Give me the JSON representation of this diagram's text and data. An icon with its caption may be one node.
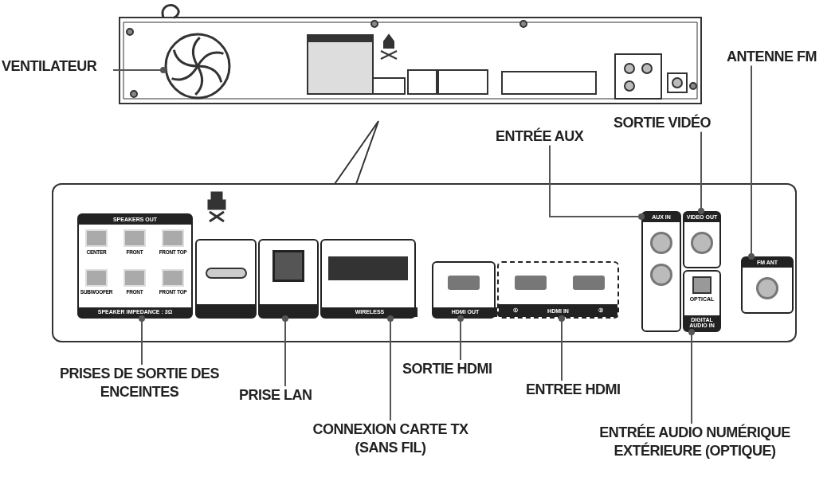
{
  "diagram": {
    "nodes": [
      {
        "text": [
          "VENTILATEUR"
        ]
      },
      {
        "text": [],
        "shape": "circle"
      },
      {
        "text": [
          "ANTENNE FM"
        ]
      },
      {
        "text": [
          "SORTIE VIDÉO"
        ]
      },
      {
        "text": [
          "ENTRÉE AUX"
        ]
      },
      {
        "text": [],
        "shape": "box"
      },
      {
        "text": [
          "SPEAKERS OUT",
          "CENTER",
          "FRONT",
          "FRONT TOP",
          "SUBWOOFER",
          "FRONT",
          "FRONT TOP",
          "SPEAKER IMPEDANCE : 3Ω"
        ],
        "in": 5
      },
      {
        "text": [],
        "shape": "box",
        "in": 5
      },
      {
        "text": [],
        "shape": "box",
        "in": 5
      },
      {
        "text": [
          "WIRELESS"
        ],
        "in": 5
      },
      {
        "text": [
          "HDMI OUT"
        ],
        "in": 5
      },
      {
        "text": [
          "①",
          "HDMI IN",
          "②"
        ],
        "in": 5
      },
      {
        "text": [
          "AUX IN"
        ],
        "in": 5
      },
      {
        "text": [
          "VIDEO OUT"
        ],
        "in": 5
      },
      {
        "text": [
          "OPTICAL",
          "DIGITAL AUDIO IN"
        ],
        "in": 5
      },
      {
        "text": [
          "FM ANT"
        ],
        "in": 5
      },
      {
        "text": [
          "PRISES DE SORTIE DES ENCEINTES"
        ]
      },
      {
        "text": [
          "PRISE LAN"
        ]
      },
      {
        "text": [
          "CONNEXION CARTE TX (SANS FIL)"
        ]
      },
      {
        "text": [
          "SORTIE HDMI"
        ]
      },
      {
        "text": [
          "ENTREE HDMI"
        ]
      },
      {
        "text": [
          "ENTRÉE AUDIO NUMÉRIQUE EXTÉRIEURE (OPTIQUE)"
        ]
      }
    ],
    "edges": [
      {
        "from": 0,
        "to": 1,
        "arrow": "other"
      },
      {
        "from": 2,
        "to": 15,
        "arrow": "other"
      },
      {
        "from": 3,
        "to": 13,
        "arrow": "other"
      },
      {
        "from": 4,
        "to": 12,
        "arrow": "other"
      },
      {
        "from": 16,
        "to": 6,
        "arrow": "other"
      },
      {
        "from": 17,
        "to": 8,
        "arrow": "other"
      },
      {
        "from": 18,
        "to": 9,
        "arrow": "other"
      },
      {
        "from": 19,
        "to": 10,
        "arrow": "other"
      },
      {
        "from": 20,
        "to": 11,
        "arrow": "other"
      },
      {
        "from": 21,
        "to": 14,
        "arrow": "other"
      }
    ]
  }
}
